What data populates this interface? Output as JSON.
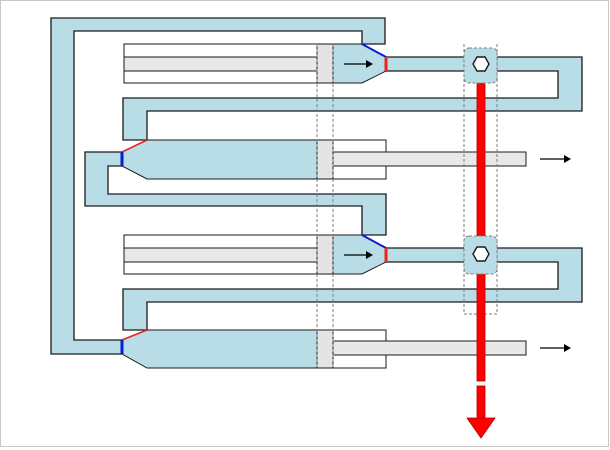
{
  "diagram": {
    "kind": "hydraulic-cylinder-circuit",
    "colors": {
      "background": "#ffffff",
      "frame": "#c8c8c8",
      "fluid": "#b8dde6",
      "outline": "#1a1a1a",
      "high_pressure_line": "#ff0000",
      "high_pressure_port": "#e8251f",
      "low_pressure_port": "#0c1ccf",
      "rod_fill": "#e8e8e8",
      "guide_dash": "#7d7d7d",
      "arrow": "#000000"
    },
    "cylinders": [
      {
        "id": "cylinder-1",
        "side": "right",
        "rod_extends": "left",
        "motion_arrow": "right"
      },
      {
        "id": "cylinder-2",
        "side": "left",
        "rod_extends": "right",
        "motion_arrow": "right"
      },
      {
        "id": "cylinder-3",
        "side": "right",
        "rod_extends": "left",
        "motion_arrow": "right"
      },
      {
        "id": "cylinder-4",
        "side": "left",
        "rod_extends": "right",
        "motion_arrow": "right"
      }
    ],
    "valves": [
      {
        "id": "check-valve-1",
        "icon": "hexagon-valve-icon"
      },
      {
        "id": "check-valve-2",
        "icon": "hexagon-valve-icon"
      }
    ],
    "output_arrow": {
      "direction": "down",
      "icon": "arrow-down-icon"
    }
  }
}
